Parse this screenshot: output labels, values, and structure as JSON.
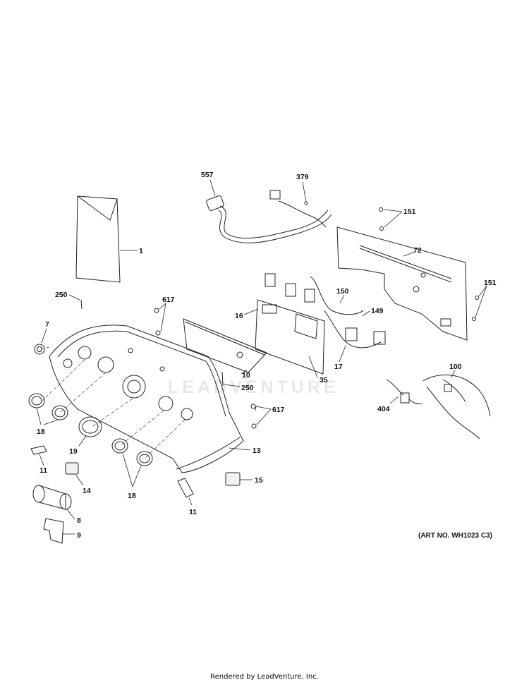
{
  "callouts": {
    "c1": "1",
    "c7": "7",
    "c8": "8",
    "c9": "9",
    "c10": "10",
    "c11a": "11",
    "c11b": "11",
    "c13": "13",
    "c14": "14",
    "c15": "15",
    "c16": "16",
    "c17": "17",
    "c18a": "18",
    "c18b": "18",
    "c19": "19",
    "c35": "35",
    "c72": "72",
    "c100": "100",
    "c149": "149",
    "c150": "150",
    "c151a": "151",
    "c151b": "151",
    "c250a": "250",
    "c250b": "250",
    "c379": "379",
    "c404": "404",
    "c557": "557",
    "c617a": "617",
    "c617b": "617"
  },
  "art_number": "(ART NO. WH1023 C3)",
  "watermark": "LEADVENTURE",
  "footer": "Rendered by LeadVenture, Inc."
}
